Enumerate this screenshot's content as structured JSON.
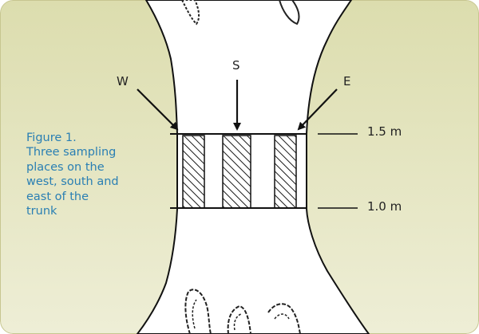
{
  "figure": {
    "caption_lines": [
      "Figure 1.",
      "Three sampling",
      "places on the",
      "west, south and",
      "east of the",
      "trunk"
    ],
    "directions": {
      "west": "W",
      "south": "S",
      "east": "E"
    },
    "heights": {
      "upper": "1.5 m",
      "lower": "1.0 m"
    }
  },
  "colors": {
    "panel_top": "#dfe0b3",
    "panel_bottom": "#eeeed6",
    "border": "#c7c690",
    "caption": "#2a7fb3"
  }
}
